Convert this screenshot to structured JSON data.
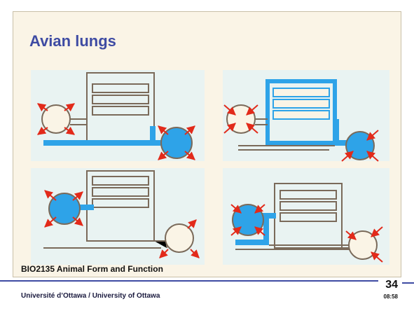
{
  "slide": {
    "title": "Avian lungs",
    "course": "BIO2135 Animal Form and Function",
    "university": "Université d’Ottawa / University of Ottawa",
    "slide_number": "34",
    "time": "08:58"
  },
  "colors": {
    "air_blue": "#2ea3e8",
    "tube": "#7a6a5a",
    "arrow_red": "#e22a1a",
    "panel_bg": "#e9f3f2",
    "title": "#3e4ba3"
  }
}
